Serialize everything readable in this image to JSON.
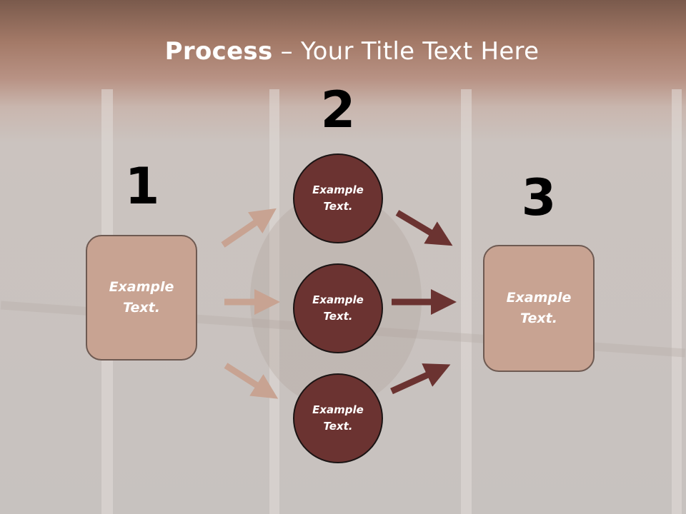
{
  "title": {
    "bold": "Process",
    "rest": " – Your Title Text Here"
  },
  "steps": {
    "n1": "1",
    "n2": "2",
    "n3": "3"
  },
  "left_box": {
    "line1": "Example",
    "line2": "Text."
  },
  "circles": [
    {
      "line1": "Example",
      "line2": "Text."
    },
    {
      "line1": "Example",
      "line2": "Text."
    },
    {
      "line1": "Example",
      "line2": "Text."
    }
  ],
  "right_box": {
    "line1": "Example",
    "line2": "Text."
  },
  "colors": {
    "header": "#a47a68",
    "box_fill": "#c8a392",
    "circle_fill": "#6b3331",
    "arrow_light": "#c8a392",
    "arrow_dark": "#6b3331"
  }
}
